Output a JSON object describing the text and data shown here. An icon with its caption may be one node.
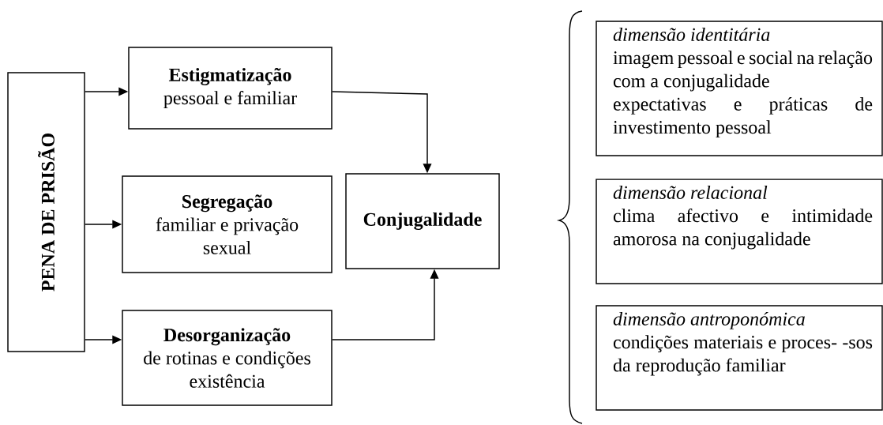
{
  "diagram": {
    "nodes": [
      {
        "text": [
          "PENA DE PRISÃO"
        ]
      },
      {
        "text": [
          "Estigmatização",
          "pessoal e familiar"
        ]
      },
      {
        "text": [
          "Segregação",
          "familiar e privação sexual"
        ]
      },
      {
        "text": [
          "Desorganização",
          "de rotinas e condições existência"
        ]
      },
      {
        "text": [
          "Conjugalidade"
        ]
      },
      {
        "text": [
          "dimensão identitária",
          "imagem pessoal e social na relação com a conjugalidade",
          "expectativas e práticas de investimento pessoal"
        ]
      },
      {
        "text": [
          "dimensão relacional",
          "clima afectivo e intimidade amorosa na conjugalidade"
        ]
      },
      {
        "text": [
          "dimensão antroponómica",
          "condições materiais e proces- -sos da reprodução familiar"
        ]
      }
    ],
    "edges": [
      {
        "from": 0,
        "to": 1,
        "arrow": "to"
      },
      {
        "from": 0,
        "to": 2,
        "arrow": "to"
      },
      {
        "from": 0,
        "to": 3,
        "arrow": "to"
      },
      {
        "from": 1,
        "to": 4,
        "arrow": "to"
      },
      {
        "from": 3,
        "to": 4,
        "arrow": "to"
      }
    ]
  }
}
